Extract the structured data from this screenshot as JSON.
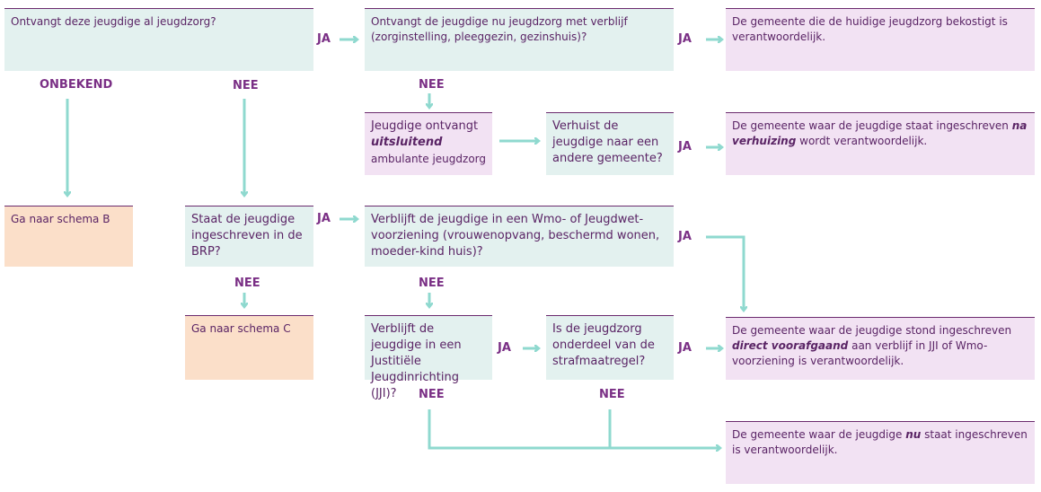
{
  "boxes": {
    "q_jeugdzorg": "Ontvangt deze jeugdige al jeugdzorg?",
    "q_verblijf": "Ontvangt de jeugdige nu jeugdzorg met verblijf (zorginstelling, pleeggezin, gezinshuis)?",
    "r_huidige": "De gemeente die de huidige jeugdzorg bekostigt is verantwoordelijk.",
    "ambulant_pre": "Jeugdige ontvangt",
    "ambulant_em": "uitsluitend",
    "ambulant_post": "ambulante jeugdzorg",
    "q_verhuist": "Verhuist de jeugdige naar een andere gemeente?",
    "r_na_verhuizing_pre": "De gemeente waar de jeugdige staat ingeschreven",
    "r_na_verhuizing_em": "na verhuizing",
    "r_na_verhuizing_post": "wordt verantwoordelijk.",
    "schema_b": "Ga naar schema B",
    "q_brp": "Staat de jeugdige ingeschreven in de BRP?",
    "q_wmo": "Verblijft de jeugdige in een Wmo- of Jeugdwet-voorziening (vrouwenopvang, beschermd wonen, moeder-kind huis)?",
    "schema_c": "Ga naar schema C",
    "q_jji": "Verblijft de jeugdige in een Justitiële Jeugdinrichting (JJI)?",
    "q_strafmaatregel": "Is de jeugdzorg onderdeel van de strafmaatregel?",
    "r_voorafgaand_pre": "De gemeente waar de jeugdige stond ingeschreven",
    "r_voorafgaand_em": "direct voorafgaand",
    "r_voorafgaand_post": "aan verblijf in JJI of Wmo-voorziening is verantwoordelijk.",
    "r_nu_pre": "De gemeente waar de jeugdige",
    "r_nu_em": "nu",
    "r_nu_post": "staat ingeschreven is verantwoordelijk."
  },
  "labels": {
    "ja": "JA",
    "nee": "NEE",
    "onbekend": "ONBEKEND"
  },
  "colors": {
    "arrow": "#8fd9cf",
    "label": "#7a2f85",
    "teal": "#e3f1ef",
    "pink": "#f2e2f3",
    "peach": "#fbdfc9"
  }
}
